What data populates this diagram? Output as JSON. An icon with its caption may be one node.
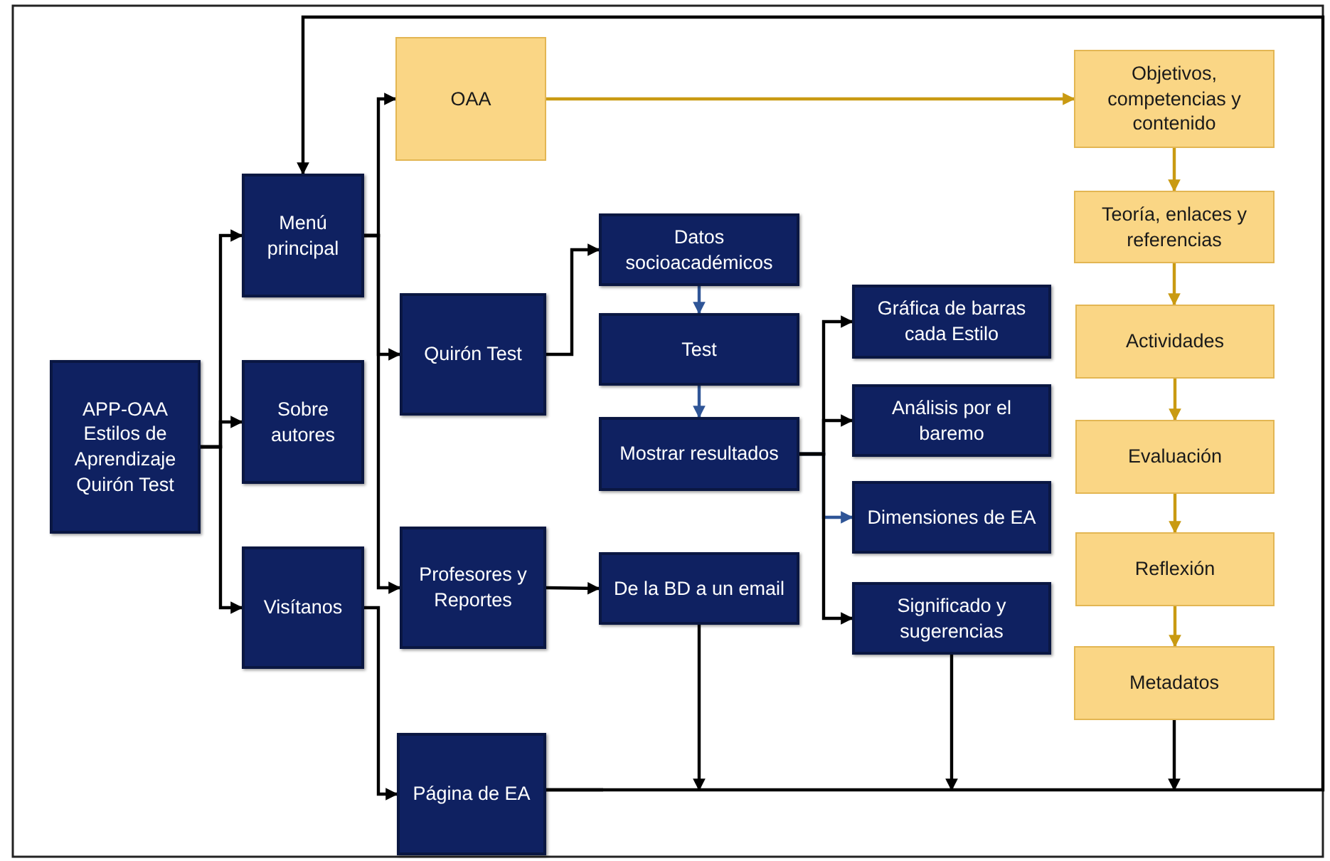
{
  "diagram": {
    "nodes": [
      {
        "text": [
          "APP-OAA Estilos de Aprendizaje Quirón Test"
        ]
      },
      {
        "text": [
          "Menú principal"
        ]
      },
      {
        "text": [
          "Sobre autores"
        ]
      },
      {
        "text": [
          "Visítanos"
        ]
      },
      {
        "text": [
          "OAA"
        ]
      },
      {
        "text": [
          "Quirón Test"
        ]
      },
      {
        "text": [
          "Profesores y Reportes"
        ]
      },
      {
        "text": [
          "Página de EA"
        ]
      },
      {
        "text": [
          "Datos socioacadémicos"
        ]
      },
      {
        "text": [
          "Test"
        ]
      },
      {
        "text": [
          "Mostrar resultados"
        ]
      },
      {
        "text": [
          "De la BD a un email"
        ]
      },
      {
        "text": [
          "Gráfica de barras cada Estilo"
        ]
      },
      {
        "text": [
          "Análisis por el baremo"
        ]
      },
      {
        "text": [
          "Dimensiones de EA"
        ]
      },
      {
        "text": [
          "Significado y sugerencias"
        ]
      },
      {
        "text": [
          "Objetivos, competencias y contenido"
        ]
      },
      {
        "text": [
          "Teoría, enlaces y referencias"
        ]
      },
      {
        "text": [
          "Actividades"
        ]
      },
      {
        "text": [
          "Evaluación"
        ]
      },
      {
        "text": [
          "Reflexión"
        ]
      },
      {
        "text": [
          "Metadatos"
        ]
      }
    ],
    "edges": [
      {
        "from": 0,
        "to": 1,
        "arrow": "to"
      },
      {
        "from": 0,
        "to": 2,
        "arrow": "to"
      },
      {
        "from": 0,
        "to": 3,
        "arrow": "to"
      },
      {
        "from": 1,
        "to": 4,
        "arrow": "to"
      },
      {
        "from": 1,
        "to": 5,
        "arrow": "to"
      },
      {
        "from": 1,
        "to": 6,
        "arrow": "to"
      },
      {
        "from": 3,
        "to": 7,
        "arrow": "to"
      },
      {
        "from": 5,
        "to": 8,
        "arrow": "to"
      },
      {
        "from": 8,
        "to": 9,
        "arrow": "to",
        "color": "#2f5597"
      },
      {
        "from": 9,
        "to": 10,
        "arrow": "to",
        "color": "#2f5597"
      },
      {
        "from": 6,
        "to": 11,
        "arrow": "to"
      },
      {
        "from": 10,
        "to": 12,
        "arrow": "to"
      },
      {
        "from": 10,
        "to": 13,
        "arrow": "to"
      },
      {
        "from": 10,
        "to": 14,
        "arrow": "to",
        "color": "#2f5597"
      },
      {
        "from": 10,
        "to": 15,
        "arrow": "to"
      },
      {
        "from": 4,
        "to": 16,
        "arrow": "to",
        "color": "#c99a12"
      },
      {
        "from": 16,
        "to": 17,
        "arrow": "to",
        "color": "#c99a12"
      },
      {
        "from": 17,
        "to": 18,
        "arrow": "to",
        "color": "#c99a12"
      },
      {
        "from": 18,
        "to": 19,
        "arrow": "to",
        "color": "#c99a12"
      },
      {
        "from": 19,
        "to": 20,
        "arrow": "to",
        "color": "#c99a12"
      },
      {
        "from": 20,
        "to": 21,
        "arrow": "to",
        "color": "#c99a12"
      },
      {
        "from": 7,
        "to": 1,
        "arrow": "to"
      },
      {
        "from": 11,
        "to": 1,
        "arrow": "to"
      },
      {
        "from": 15,
        "to": 1,
        "arrow": "to"
      },
      {
        "from": 21,
        "to": 1,
        "arrow": "to"
      }
    ]
  }
}
